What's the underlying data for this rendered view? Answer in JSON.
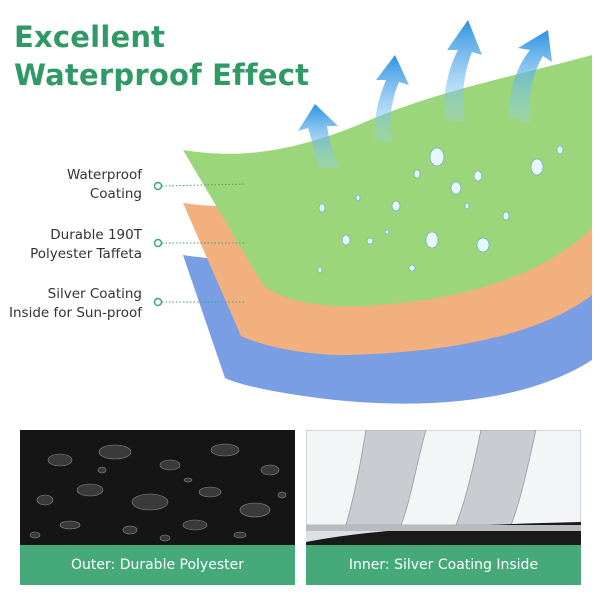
{
  "headline": {
    "line1": "Excellent",
    "line2": "Waterproof Effect"
  },
  "layers": [
    {
      "line1": "Waterproof",
      "line2": "Coating",
      "color": "#9bd67a"
    },
    {
      "line1": "Durable 190T",
      "line2": "Polyester Taffeta",
      "color": "#f2b07f"
    },
    {
      "line1": "Silver Coating",
      "line2": "Inside for Sun-proof",
      "color": "#7a9ee3"
    }
  ],
  "panels": {
    "outer": {
      "caption": "Outer: Durable Polyester"
    },
    "inner": {
      "caption": "Inner: Silver Coating Inside"
    }
  },
  "colors": {
    "headline": "#2f9a66",
    "caption_bar": "#45a97a",
    "arrow": "#3ea0e6",
    "connector": "#3aa57a"
  },
  "icons": [
    "arrow-up-icon",
    "water-droplet-icon"
  ]
}
